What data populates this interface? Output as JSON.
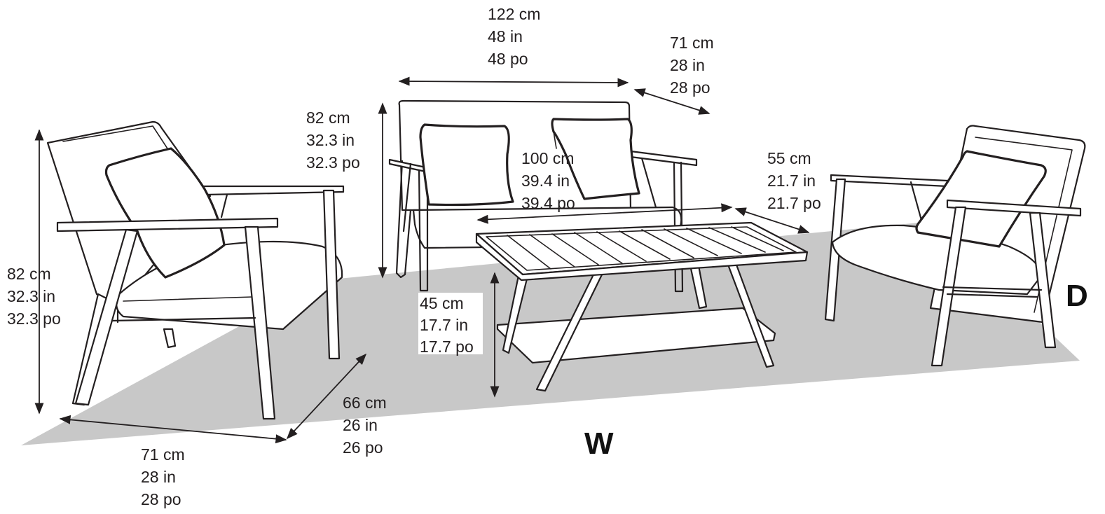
{
  "colors": {
    "rug": "#c8c8c8",
    "line": "#231f20",
    "background": "#ffffff"
  },
  "axes": {
    "width_letter": "W",
    "depth_letter": "D"
  },
  "dimensions": {
    "sofa_width": {
      "cm": "122 cm",
      "in": "48 in",
      "po": "48 po"
    },
    "sofa_depth": {
      "cm": "71 cm",
      "in": "28 in",
      "po": "28 po"
    },
    "sofa_height": {
      "cm": "82 cm",
      "in": "32.3 in",
      "po": "32.3 po"
    },
    "table_width": {
      "cm": "100 cm",
      "in": "39.4 in",
      "po": "39.4 po"
    },
    "table_depth": {
      "cm": "55 cm",
      "in": "21.7 in",
      "po": "21.7 po"
    },
    "table_height": {
      "cm": "45 cm",
      "in": "17.7 in",
      "po": "17.7 po"
    },
    "chair_height": {
      "cm": "82 cm",
      "in": "32.3 in",
      "po": "32.3 po"
    },
    "chair_depth": {
      "cm": "66 cm",
      "in": "26 in",
      "po": "26 po"
    },
    "chair_width": {
      "cm": "71 cm",
      "in": "28 in",
      "po": "28 po"
    }
  }
}
